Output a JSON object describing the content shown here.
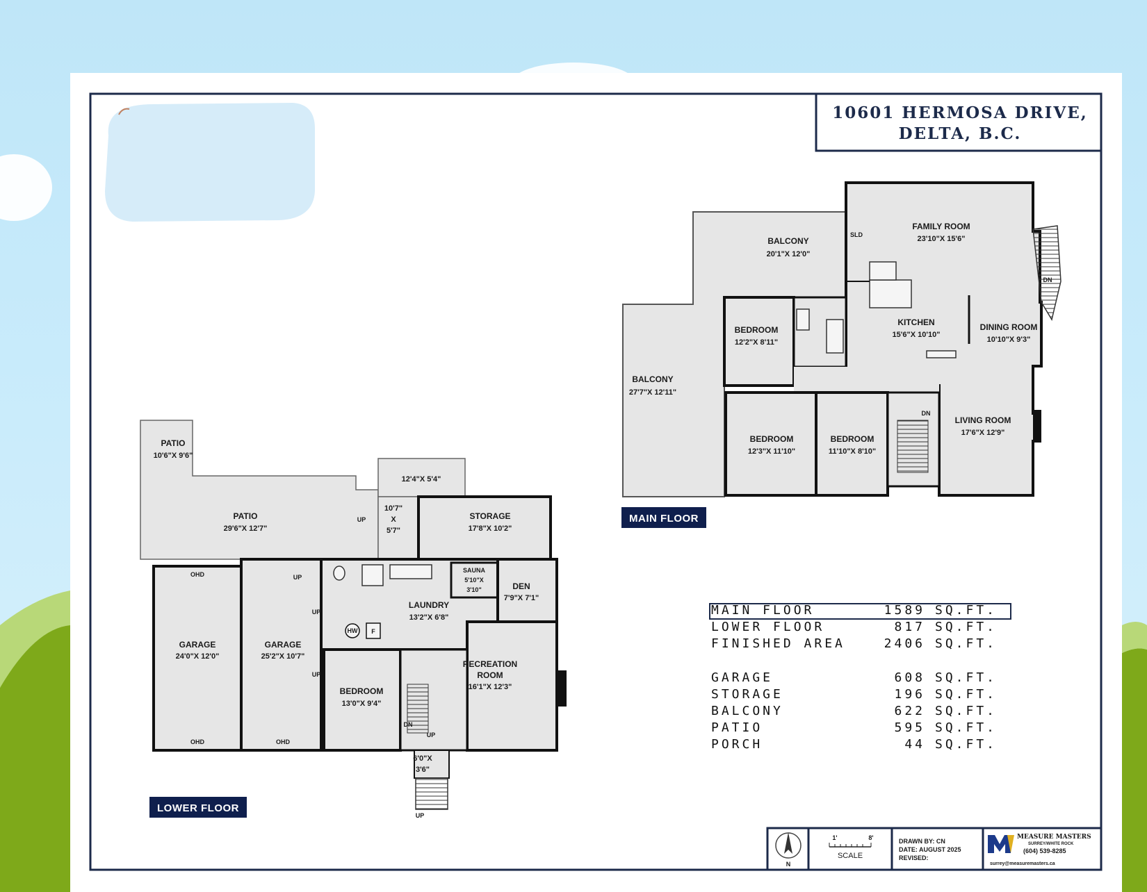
{
  "title": {
    "line1": "10601 HERMOSA DRIVE,",
    "line2": "DELTA, B.C."
  },
  "floors": {
    "main": "MAIN FLOOR",
    "lower": "LOWER FLOOR"
  },
  "main_rooms": {
    "balcony_top": {
      "name": "BALCONY",
      "dim": "20'1\"X 12'0\""
    },
    "family_room": {
      "name": "FAMILY ROOM",
      "dim": "23'10\"X 15'6\""
    },
    "sld": "SLD",
    "dn_right": "DN",
    "kitchen": {
      "name": "KITCHEN",
      "dim": "15'6\"X 10'10\""
    },
    "dining_room": {
      "name": "DINING ROOM",
      "dim": "10'10\"X 9'3\""
    },
    "bedroom_a": {
      "name": "BEDROOM",
      "dim": "12'2\"X 8'11\""
    },
    "balcony_left": {
      "name": "BALCONY",
      "dim": "27'7\"X 12'11\""
    },
    "bedroom_b": {
      "name": "BEDROOM",
      "dim": "12'3\"X 11'10\""
    },
    "bedroom_c": {
      "name": "BEDROOM",
      "dim": "11'10\"X 8'10\""
    },
    "dn_stair": "DN",
    "living_room": {
      "name": "LIVING ROOM",
      "dim": "17'6\"X 12'9\""
    }
  },
  "lower_rooms": {
    "patio_small": {
      "name": "PATIO",
      "dim": "10'6\"X 9'6\""
    },
    "porch_top": {
      "dim": "12'4\"X 5'4\""
    },
    "patio_big": {
      "name": "PATIO",
      "dim": "29'6\"X 12'7\""
    },
    "porch_side": {
      "l1": "10'7\"",
      "l2": "X",
      "l3": "5'7\""
    },
    "up_porch": "UP",
    "storage": {
      "name": "STORAGE",
      "dim": "17'8\"X 10'2\""
    },
    "sauna": {
      "name": "SAUNA",
      "l1": "5'10\"X",
      "l2": "3'10\""
    },
    "den": {
      "name": "DEN",
      "dim": "7'9\"X 7'1\""
    },
    "laundry": {
      "name": "LAUNDRY",
      "dim": "13'2\"X 6'8\""
    },
    "hw": "HW",
    "f": "F",
    "garage_a": {
      "name": "GARAGE",
      "dim": "24'0\"X 12'0\""
    },
    "garage_b": {
      "name": "GARAGE",
      "dim": "25'2\"X 10'7\""
    },
    "ohd": "OHD",
    "up": "UP",
    "dn": "DN",
    "bedroom": {
      "name": "BEDROOM",
      "dim": "13'0\"X 9'4\""
    },
    "recreation": {
      "name": "RECREATION",
      "name2": "ROOM",
      "dim": "16'1\"X 12'3\""
    },
    "entry": {
      "l1": "6'0\"X",
      "l2": "3'6\""
    }
  },
  "areas": [
    {
      "label": "MAIN FLOOR",
      "value": "1589",
      "unit": "SQ.FT."
    },
    {
      "label": "LOWER FLOOR",
      "value": "817",
      "unit": "SQ.FT."
    },
    {
      "label": "FINISHED AREA",
      "value": "2406",
      "unit": "SQ.FT."
    },
    {
      "label": "GARAGE",
      "value": "608",
      "unit": "SQ.FT."
    },
    {
      "label": "STORAGE",
      "value": "196",
      "unit": "SQ.FT."
    },
    {
      "label": "BALCONY",
      "value": "622",
      "unit": "SQ.FT."
    },
    {
      "label": "PATIO",
      "value": "595",
      "unit": "SQ.FT."
    },
    {
      "label": "PORCH",
      "value": "44",
      "unit": "SQ.FT."
    }
  ],
  "footer": {
    "north": "N",
    "scale_left": "1'",
    "scale_right": "8'",
    "scale": "SCALE",
    "drawn_by": "DRAWN BY: CN",
    "date": "DATE: AUGUST 2025",
    "revised": "REVISED:",
    "company": "MEASURE MASTERS",
    "company_sub": "SURREY/WHITE ROCK",
    "phone": "(604) 539-8285",
    "email": "surrey@measuremasters.ca"
  },
  "colors": {
    "wall": "#111111",
    "floor_fill": "#e6e6e6",
    "frame_navy": "#1c2a4a",
    "badge": "#0f1f4d",
    "sky": "#c4e8f9",
    "grass": "#7ea91a"
  }
}
